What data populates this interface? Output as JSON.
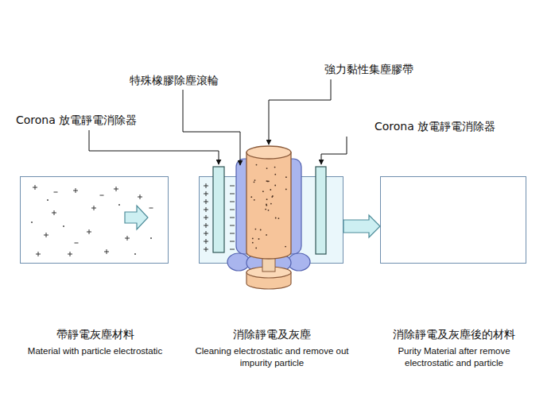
{
  "diagram": {
    "nodes": [
      {
        "text": [
          "帶靜電灰塵材料",
          "Material with particle electrostatic"
        ]
      },
      {
        "text": [
          "消除靜電及灰塵",
          "Cleaning electrostatic and remove out impurity particle"
        ]
      },
      {
        "text": [
          "消除靜電及灰塵後的材料",
          "Purity Material after remove electrostatic and particle"
        ]
      }
    ],
    "edges": [
      {
        "from": 1,
        "to": 2,
        "arrow": "to"
      }
    ],
    "labels": [
      "特殊橡膠除塵滾輪",
      "強力黏性集塵膠帶",
      "Corona 放電靜電消除器",
      "Corona 放電靜電消除器"
    ]
  }
}
